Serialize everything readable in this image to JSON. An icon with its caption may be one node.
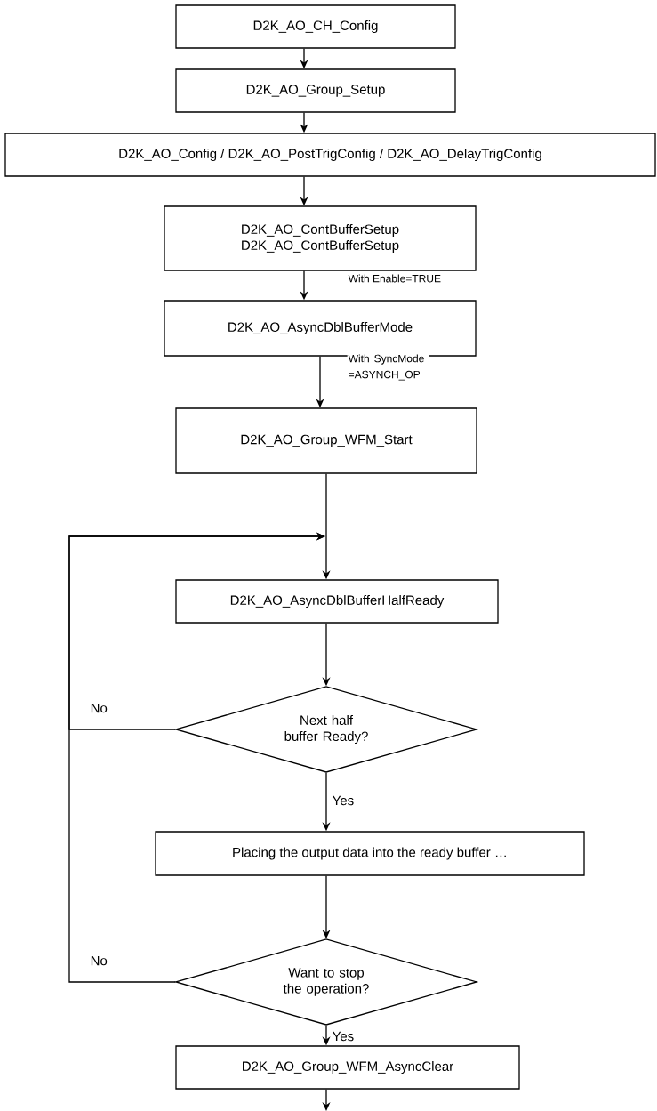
{
  "diagram": {
    "nodes": [
      {
        "text": [
          "D2K_AO_CH_Config"
        ]
      },
      {
        "text": [
          "D2K_AO_Group_Setup"
        ]
      },
      {
        "text": [
          "D2K_AO_Config / D2K_AO_PostTrigConfig / D2K_AO_DelayTrigConfig"
        ]
      },
      {
        "text": [
          "D2K_AO_ContBufferSetup",
          "D2K_AO_ContBufferSetup"
        ]
      },
      {
        "text": [
          "D2K_AO_AsyncDblBufferMode"
        ]
      },
      {
        "text": [
          "D2K_AO_Group_WFM_Start"
        ]
      },
      {
        "text": [
          "D2K_AO_AsyncDblBufferHalfReady"
        ]
      },
      {
        "text": [
          "Next half buffer Ready?"
        ]
      },
      {
        "text": [
          "Placing the output data into the ready buffer …"
        ]
      },
      {
        "text": [
          "Want to stop the operation?"
        ]
      },
      {
        "text": [
          "D2K_AO_Group_WFM_AsyncClear"
        ]
      }
    ],
    "edges": [
      {
        "from": 0,
        "to": 1,
        "arrow": "to"
      },
      {
        "from": 1,
        "to": 2,
        "arrow": "to"
      },
      {
        "from": 2,
        "to": 3,
        "arrow": "to"
      },
      {
        "from": 3,
        "to": 4,
        "arrow": "to",
        "label": "With Enable=TRUE"
      },
      {
        "from": 4,
        "to": 5,
        "arrow": "to",
        "label": "With SyncMode =ASYNCH_OP"
      },
      {
        "from": 5,
        "to": 6,
        "arrow": "to"
      },
      {
        "from": 6,
        "to": 7,
        "arrow": "to"
      },
      {
        "from": 7,
        "to": 8,
        "arrow": "to",
        "label": "Yes"
      },
      {
        "from": 8,
        "to": 9,
        "arrow": "to"
      },
      {
        "from": 9,
        "to": 10,
        "arrow": "to",
        "label": "Yes"
      },
      {
        "from": 7,
        "to": 6,
        "arrow": "to",
        "label": "No"
      },
      {
        "from": 9,
        "to": 6,
        "arrow": "to",
        "label": "No"
      },
      {
        "from": 10,
        "to": null,
        "arrow": "to"
      }
    ]
  }
}
